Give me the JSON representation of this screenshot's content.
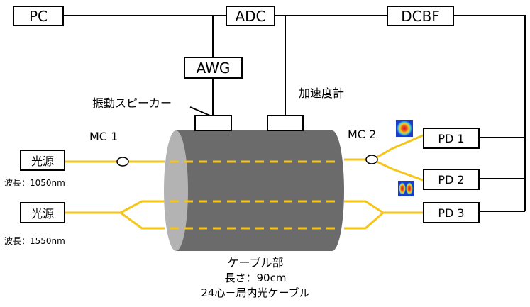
{
  "boxes": {
    "pc": "PC",
    "adc": "ADC",
    "dcbf": "DCBF",
    "awg": "AWG",
    "pd1": "PD 1",
    "pd2": "PD 2",
    "pd3": "PD 3",
    "source1": "光源",
    "source2": "光源"
  },
  "labels": {
    "speaker": "振動スピーカー",
    "accelerometer": "加速度計",
    "mc1": "MC 1",
    "mc2": "MC 2",
    "wavelength1": "波長：1050nm",
    "wavelength2": "波長：1550nm"
  },
  "cable": {
    "title": "ケーブル部",
    "length": "長さ：90cm",
    "type": "24心－局内光ケーブル"
  },
  "colors": {
    "fiber": "#F5C518",
    "cylinder_body": "#6b6b6b",
    "cylinder_end": "#b3b3b3",
    "wire": "#000000"
  }
}
